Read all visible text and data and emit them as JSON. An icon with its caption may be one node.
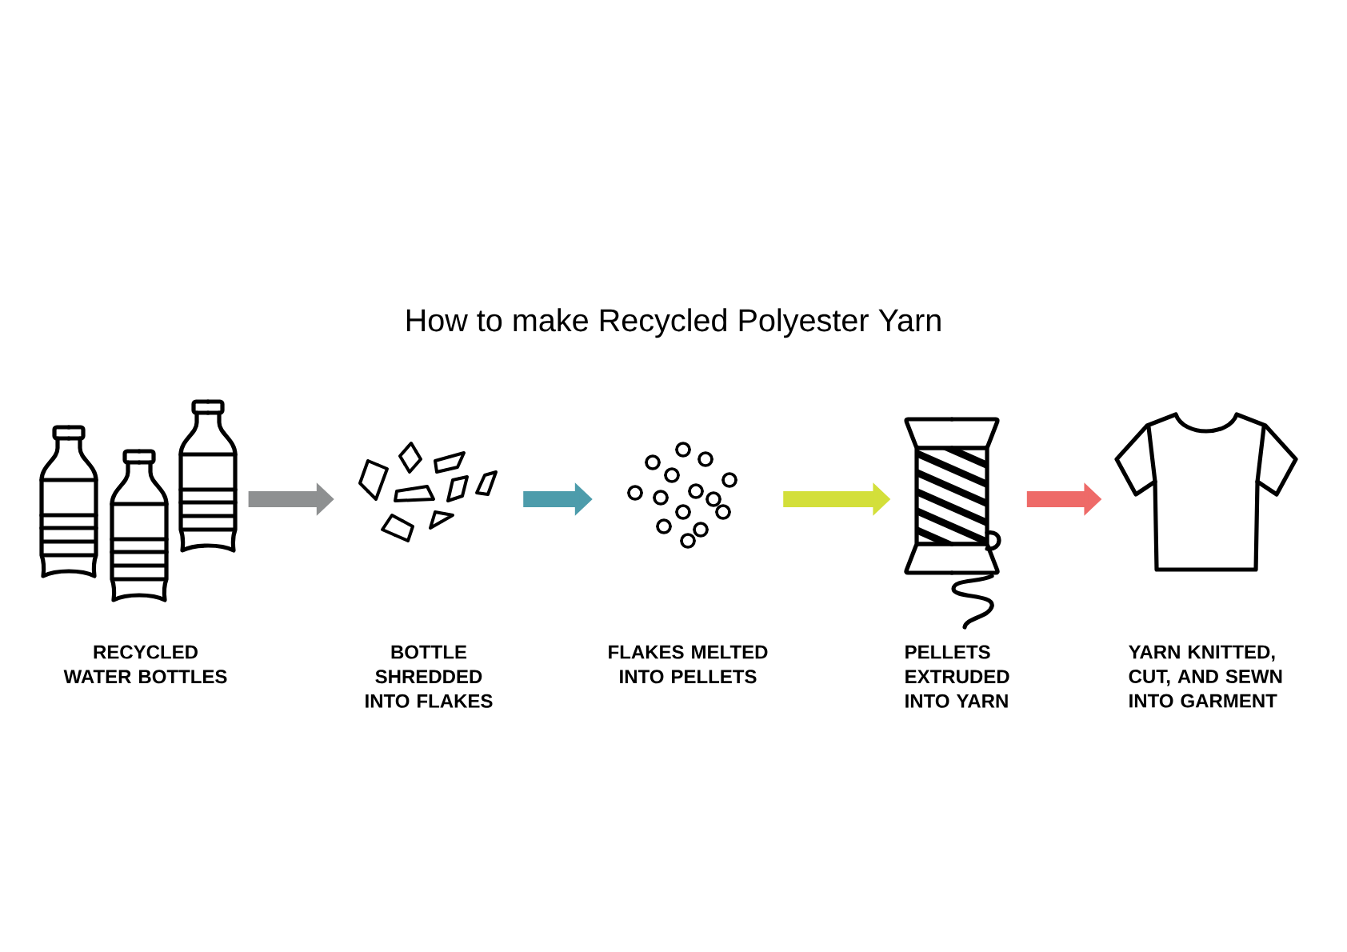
{
  "diagram": {
    "title": "How to make Recycled Polyester Yarn",
    "nodes": [
      {
        "text": [
          "RECYCLED WATER BOTTLES"
        ]
      },
      {
        "text": [
          "BOTTLE SHREDDED INTO FLAKES"
        ]
      },
      {
        "text": [
          "FLAKES MELTED INTO PELLETS"
        ]
      },
      {
        "text": [
          "PELLETS EXTRUDED INTO YARN"
        ]
      },
      {
        "text": [
          "YARN KNITTED, CUT, AND SEWN INTO GARMENT"
        ]
      }
    ],
    "edges": [
      {
        "from": 0,
        "to": 1,
        "arrow": "to",
        "color": "#8e9091"
      },
      {
        "from": 1,
        "to": 2,
        "arrow": "to",
        "color": "#4d9cab"
      },
      {
        "from": 2,
        "to": 3,
        "arrow": "to",
        "color": "#d3df3a"
      },
      {
        "from": 3,
        "to": 4,
        "arrow": "to",
        "color": "#ee6a68"
      }
    ]
  }
}
